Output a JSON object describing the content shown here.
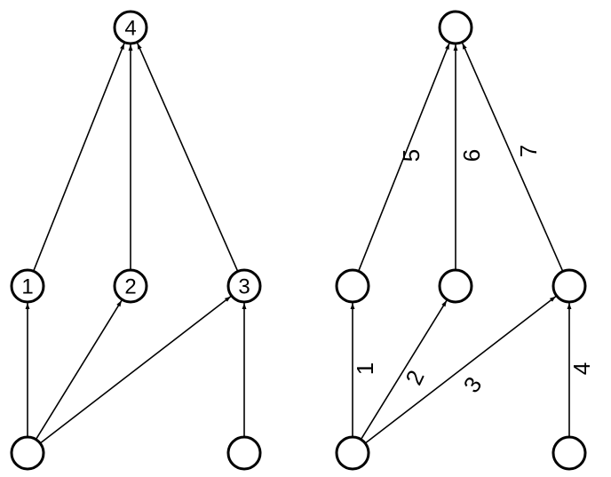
{
  "diagrams": [
    {
      "name": "left-graph",
      "nodes": [
        {
          "id": "top",
          "label": "4"
        },
        {
          "id": "m1",
          "label": "1"
        },
        {
          "id": "m2",
          "label": "2"
        },
        {
          "id": "m3",
          "label": "3"
        },
        {
          "id": "b1",
          "label": ""
        },
        {
          "id": "b2",
          "label": ""
        }
      ],
      "edges": [
        {
          "from": "m1",
          "to": "top",
          "label": ""
        },
        {
          "from": "m2",
          "to": "top",
          "label": ""
        },
        {
          "from": "m3",
          "to": "top",
          "label": ""
        },
        {
          "from": "b1",
          "to": "m1",
          "label": ""
        },
        {
          "from": "b1",
          "to": "m2",
          "label": ""
        },
        {
          "from": "b1",
          "to": "m3",
          "label": ""
        },
        {
          "from": "b2",
          "to": "m3",
          "label": ""
        }
      ]
    },
    {
      "name": "right-graph",
      "nodes": [
        {
          "id": "top",
          "label": ""
        },
        {
          "id": "m1",
          "label": ""
        },
        {
          "id": "m2",
          "label": ""
        },
        {
          "id": "m3",
          "label": ""
        },
        {
          "id": "b1",
          "label": ""
        },
        {
          "id": "b2",
          "label": ""
        }
      ],
      "edges": [
        {
          "from": "m1",
          "to": "top",
          "label": "5"
        },
        {
          "from": "m2",
          "to": "top",
          "label": "6"
        },
        {
          "from": "m3",
          "to": "top",
          "label": "7"
        },
        {
          "from": "b1",
          "to": "m1",
          "label": "1"
        },
        {
          "from": "b1",
          "to": "m2",
          "label": "2"
        },
        {
          "from": "b1",
          "to": "m3",
          "label": "3"
        },
        {
          "from": "b2",
          "to": "m3",
          "label": "4"
        }
      ]
    }
  ]
}
